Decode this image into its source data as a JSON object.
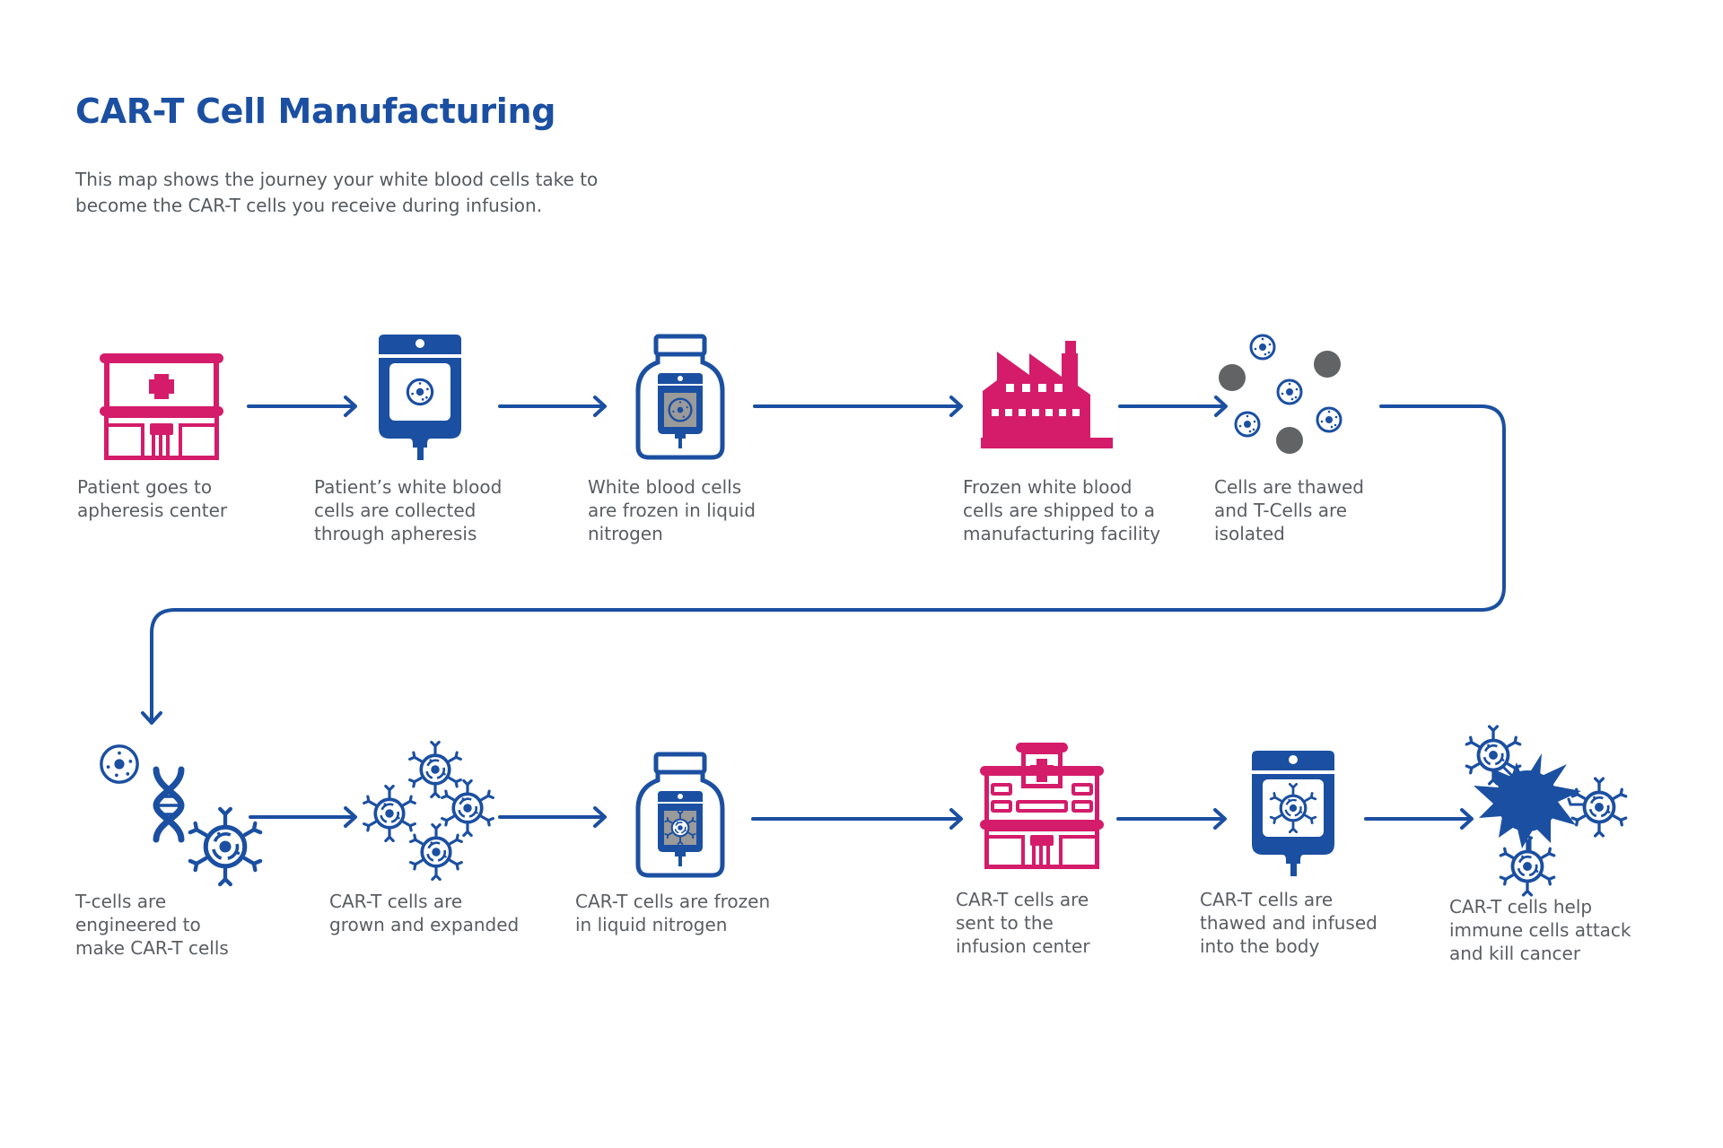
{
  "header": {
    "title": "CAR-T Cell Manufacturing",
    "subtitle_lines": [
      "This map shows the journey your white blood cells take to",
      "become the CAR-T cells you receive during infusion."
    ]
  },
  "colors": {
    "primary_blue": "#1b4fa1",
    "accent_magenta": "#d41c6a",
    "cell_gray": "#626364",
    "vial_gray": "#9a9a9a",
    "text_gray": "#5a5d61"
  },
  "steps": [
    {
      "id": 1,
      "icon": "hospital-icon",
      "lines": [
        "Patient goes to",
        "apheresis center"
      ]
    },
    {
      "id": 2,
      "icon": "iv-bag-icon",
      "lines": [
        "Patient’s white blood",
        "cells are collected",
        "through apheresis"
      ]
    },
    {
      "id": 3,
      "icon": "frozen-vial-icon",
      "lines": [
        "White blood cells",
        "are frozen in liquid",
        "nitrogen"
      ]
    },
    {
      "id": 4,
      "icon": "factory-icon",
      "lines": [
        "Frozen white blood",
        "cells are shipped to a",
        "manufacturing facility"
      ]
    },
    {
      "id": 5,
      "icon": "cell-cluster-icon",
      "lines": [
        "Cells are thawed",
        "and T-Cells are",
        "isolated"
      ]
    },
    {
      "id": 6,
      "icon": "dna-engineering-icon",
      "lines": [
        "T-cells are",
        "engineered to",
        "make CAR-T cells"
      ]
    },
    {
      "id": 7,
      "icon": "car-t-expansion-icon",
      "lines": [
        "CAR-T cells are",
        "grown and expanded"
      ]
    },
    {
      "id": 8,
      "icon": "frozen-car-t-vial-icon",
      "lines": [
        "CAR-T cells are frozen",
        "in liquid nitrogen"
      ]
    },
    {
      "id": 9,
      "icon": "infusion-center-icon",
      "lines": [
        "CAR-T cells are",
        "sent to the",
        "infusion center"
      ]
    },
    {
      "id": 10,
      "icon": "car-t-iv-bag-icon",
      "lines": [
        "CAR-T cells are",
        "thawed and infused",
        "into the body"
      ]
    },
    {
      "id": 11,
      "icon": "cancer-attack-icon",
      "lines": [
        "CAR-T cells help",
        "immune cells attack",
        "and kill cancer"
      ]
    }
  ]
}
